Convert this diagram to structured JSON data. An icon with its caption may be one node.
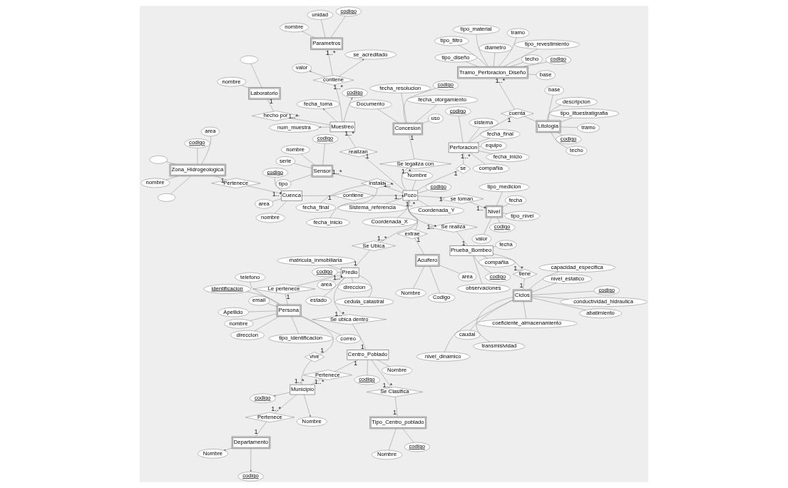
{
  "diagram": {
    "nodes": [
      {
        "text": [
          "Zona_Hidrogeologica"
        ]
      },
      {
        "text": [],
        "shape": "ellipse"
      },
      {
        "text": [],
        "shape": "ellipse"
      },
      {
        "text": [
          "area"
        ]
      },
      {
        "text": [
          "nombre"
        ]
      },
      {
        "text": [
          "codigo"
        ]
      },
      {
        "text": [
          "Pertenece"
        ]
      },
      {
        "text": [
          "Acuifero"
        ]
      },
      {
        "text": [
          "Nombre"
        ]
      },
      {
        "text": [
          "area"
        ]
      },
      {
        "text": [
          "Codigo"
        ]
      },
      {
        "text": [
          "Persona"
        ]
      },
      {
        "text": [
          "tipo_identificacion"
        ]
      },
      {
        "text": [
          "email"
        ]
      },
      {
        "text": [
          "telefono"
        ]
      },
      {
        "text": [
          "direccion"
        ]
      },
      {
        "text": [
          "correo"
        ]
      },
      {
        "text": [
          "identificacion"
        ]
      },
      {
        "text": [
          "Apellido"
        ]
      },
      {
        "text": [
          "nombre"
        ]
      },
      {
        "text": [
          "extrae"
        ]
      },
      {
        "text": [
          "Cuenca"
        ]
      },
      {
        "text": [
          "area"
        ]
      },
      {
        "text": [
          "codigo"
        ]
      },
      {
        "text": [
          "nombre"
        ]
      },
      {
        "text": [
          "contiene"
        ]
      },
      {
        "text": [
          "Perforacion"
        ]
      },
      {
        "text": [
          "codigo"
        ]
      },
      {
        "text": [
          "compañia"
        ]
      },
      {
        "text": [
          "fecha_inicio"
        ]
      },
      {
        "text": [
          "sistema"
        ]
      },
      {
        "text": [
          "fecha_final"
        ]
      },
      {
        "text": [
          "equipo"
        ]
      },
      {
        "text": [
          "Tramo_Perforacion_Diseño"
        ]
      },
      {
        "text": [
          "codigo"
        ]
      },
      {
        "text": [
          "base"
        ]
      },
      {
        "text": [
          "techo"
        ]
      },
      {
        "text": [
          "tipo_revestimiento"
        ]
      },
      {
        "text": [
          "tipo_filtro"
        ]
      },
      {
        "text": [
          "tipo_diseño"
        ]
      },
      {
        "text": [
          "tramo"
        ]
      },
      {
        "text": [
          "tipo_material"
        ]
      },
      {
        "text": [
          "diametro"
        ]
      },
      {
        "text": [
          "cuenta"
        ]
      },
      {
        "text": [
          "Litologia"
        ]
      },
      {
        "text": [
          "codigo"
        ]
      },
      {
        "text": [
          "tramo"
        ]
      },
      {
        "text": [
          "techo"
        ]
      },
      {
        "text": [
          "base"
        ]
      },
      {
        "text": [
          "tipo_litoestratigrafia"
        ]
      },
      {
        "text": [
          "descripcion"
        ]
      },
      {
        "text": [
          "se"
        ]
      },
      {
        "text": [
          "Pozo"
        ]
      },
      {
        "text": [
          "Nombre"
        ]
      },
      {
        "text": [
          "codigo"
        ]
      },
      {
        "text": [
          "Coordenada_Y"
        ]
      },
      {
        "text": [
          "Coordenada_X"
        ]
      },
      {
        "text": [
          "Sistema_referencia"
        ]
      },
      {
        "text": [
          "Le pertenece"
        ]
      },
      {
        "text": [
          "Se Ubica"
        ]
      },
      {
        "text": [
          "Se realiza"
        ]
      },
      {
        "text": [
          "Prueba_Bombeo"
        ]
      },
      {
        "text": [
          "codigo"
        ]
      },
      {
        "text": [
          "fecha"
        ]
      },
      {
        "text": [
          "compañia"
        ]
      },
      {
        "text": [
          "observaciones"
        ]
      },
      {
        "text": [
          "tiene"
        ]
      },
      {
        "text": [
          "Ciclos"
        ]
      },
      {
        "text": [
          "abatimiento"
        ]
      },
      {
        "text": [
          "caudal"
        ]
      },
      {
        "text": [
          "transmisividad"
        ]
      },
      {
        "text": [
          "capacidad_especifica"
        ]
      },
      {
        "text": [
          "nivel_estatico"
        ]
      },
      {
        "text": [
          "nivel_dinamico"
        ]
      },
      {
        "text": [
          "coeficiente_almacenamiento"
        ]
      },
      {
        "text": [
          "conductividad_hidraulica"
        ]
      },
      {
        "text": [
          "codigo"
        ]
      },
      {
        "text": [
          "Predio"
        ]
      },
      {
        "text": [
          "codigo"
        ]
      },
      {
        "text": [
          "cedula_catastral"
        ]
      },
      {
        "text": [
          "matricula_inmobiliaria"
        ]
      },
      {
        "text": [
          "area"
        ]
      },
      {
        "text": [
          "direccion"
        ]
      },
      {
        "text": [
          "estado"
        ]
      },
      {
        "text": [
          "realizan"
        ]
      },
      {
        "text": [
          "Muestreo"
        ]
      },
      {
        "text": [
          "codigo"
        ]
      },
      {
        "text": [
          "num_muestra"
        ]
      },
      {
        "text": [
          "fecha_toma"
        ]
      },
      {
        "text": [
          "hecho por"
        ]
      },
      {
        "text": [
          "contiene"
        ]
      },
      {
        "text": [
          "valor"
        ]
      },
      {
        "text": [
          "se_acreditado"
        ]
      },
      {
        "text": [
          "Parametros"
        ]
      },
      {
        "text": [
          "codigo"
        ]
      },
      {
        "text": [
          "nombre"
        ]
      },
      {
        "text": [
          "unidad"
        ]
      },
      {
        "text": [
          "instala"
        ]
      },
      {
        "text": [
          "fecha_inicio"
        ]
      },
      {
        "text": [
          "fecha_final"
        ]
      },
      {
        "text": [
          "Sensor"
        ]
      },
      {
        "text": [
          "codigo"
        ]
      },
      {
        "text": [
          "serie"
        ]
      },
      {
        "text": [
          "tipo"
        ]
      },
      {
        "text": [
          "nombre"
        ]
      },
      {
        "text": [
          "se toman"
        ]
      },
      {
        "text": [
          "Nivel"
        ]
      },
      {
        "text": [
          "codigo"
        ]
      },
      {
        "text": [
          "fecha"
        ]
      },
      {
        "text": [
          "tipo_medicion"
        ]
      },
      {
        "text": [
          "valor"
        ]
      },
      {
        "text": [
          "tipo_nivel"
        ]
      },
      {
        "text": [
          "vive"
        ]
      },
      {
        "text": [
          "Municipio"
        ]
      },
      {
        "text": [
          "Nombre"
        ]
      },
      {
        "text": [
          "codigo"
        ]
      },
      {
        "text": [
          "Pertenece"
        ]
      },
      {
        "text": [
          "Departamento"
        ]
      },
      {
        "text": [
          "codigo"
        ]
      },
      {
        "text": [
          "Nombre"
        ]
      },
      {
        "text": [
          "Pertenece"
        ]
      },
      {
        "text": [
          "Se ubica dentro"
        ]
      },
      {
        "text": [
          "Centro_Poblado"
        ]
      },
      {
        "text": [
          "Nombre"
        ]
      },
      {
        "text": [
          "codigo"
        ]
      },
      {
        "text": [
          "Se Clasifica"
        ]
      },
      {
        "text": [
          "Tipo_Centro_poblado"
        ]
      },
      {
        "text": [
          "Nombre"
        ]
      },
      {
        "text": [
          "codigo"
        ]
      },
      {
        "text": [
          "Se legaliza con"
        ]
      },
      {
        "text": [
          "Concesion"
        ]
      },
      {
        "text": [
          "codigo"
        ]
      },
      {
        "text": [
          "uso"
        ]
      },
      {
        "text": [
          "fecha_otorgamiento"
        ]
      },
      {
        "text": [
          "fecha_resolucion"
        ]
      },
      {
        "text": [
          "Documento"
        ]
      },
      {
        "text": [
          "Laboratorio"
        ]
      },
      {
        "text": [
          "nombre"
        ]
      },
      {
        "text": [],
        "shape": "ellipse"
      }
    ],
    "edges": [
      {
        "from": 0,
        "to": 1,
        "arrow": "none"
      },
      {
        "from": 0,
        "to": 2,
        "arrow": "none"
      },
      {
        "from": 0,
        "to": 3,
        "arrow": "none"
      },
      {
        "from": 0,
        "to": 4,
        "arrow": "none"
      },
      {
        "from": 0,
        "to": 5,
        "arrow": "none"
      },
      {
        "from": 0,
        "to": 6,
        "arrow": "none",
        "label": "1"
      },
      {
        "from": 6,
        "to": 21,
        "arrow": "none",
        "label": "1..*"
      },
      {
        "from": 7,
        "to": 8,
        "arrow": "none"
      },
      {
        "from": 7,
        "to": 9,
        "arrow": "none"
      },
      {
        "from": 7,
        "to": 10,
        "arrow": "none"
      },
      {
        "from": 7,
        "to": 20,
        "arrow": "none",
        "label": "1"
      },
      {
        "from": 20,
        "to": 52,
        "arrow": "none",
        "label": "1..*"
      },
      {
        "from": 11,
        "to": 12,
        "arrow": "none"
      },
      {
        "from": 11,
        "to": 13,
        "arrow": "none"
      },
      {
        "from": 11,
        "to": 14,
        "arrow": "none"
      },
      {
        "from": 11,
        "to": 15,
        "arrow": "none"
      },
      {
        "from": 11,
        "to": 16,
        "arrow": "none"
      },
      {
        "from": 11,
        "to": 17,
        "arrow": "none"
      },
      {
        "from": 11,
        "to": 18,
        "arrow": "none"
      },
      {
        "from": 11,
        "to": 19,
        "arrow": "none"
      },
      {
        "from": 21,
        "to": 22,
        "arrow": "none"
      },
      {
        "from": 21,
        "to": 23,
        "arrow": "none"
      },
      {
        "from": 21,
        "to": 24,
        "arrow": "none"
      },
      {
        "from": 21,
        "to": 25,
        "arrow": "none",
        "label": "1"
      },
      {
        "from": 25,
        "to": 52,
        "arrow": "none",
        "label": "1..*"
      },
      {
        "from": 26,
        "to": 27,
        "arrow": "none"
      },
      {
        "from": 26,
        "to": 28,
        "arrow": "none"
      },
      {
        "from": 26,
        "to": 29,
        "arrow": "none"
      },
      {
        "from": 26,
        "to": 30,
        "arrow": "none"
      },
      {
        "from": 26,
        "to": 31,
        "arrow": "none"
      },
      {
        "from": 26,
        "to": 32,
        "arrow": "none"
      },
      {
        "from": 33,
        "to": 34,
        "arrow": "none"
      },
      {
        "from": 33,
        "to": 35,
        "arrow": "none"
      },
      {
        "from": 33,
        "to": 36,
        "arrow": "none"
      },
      {
        "from": 33,
        "to": 37,
        "arrow": "none"
      },
      {
        "from": 33,
        "to": 38,
        "arrow": "none"
      },
      {
        "from": 33,
        "to": 39,
        "arrow": "none"
      },
      {
        "from": 33,
        "to": 40,
        "arrow": "none"
      },
      {
        "from": 33,
        "to": 41,
        "arrow": "none"
      },
      {
        "from": 33,
        "to": 42,
        "arrow": "none"
      },
      {
        "from": 26,
        "to": 43,
        "arrow": "none",
        "label": "1"
      },
      {
        "from": 43,
        "to": 33,
        "arrow": "none",
        "label": "1..*"
      },
      {
        "from": 43,
        "to": 44,
        "arrow": "none"
      },
      {
        "from": 44,
        "to": 45,
        "arrow": "none"
      },
      {
        "from": 44,
        "to": 46,
        "arrow": "none"
      },
      {
        "from": 44,
        "to": 47,
        "arrow": "none"
      },
      {
        "from": 44,
        "to": 48,
        "arrow": "none"
      },
      {
        "from": 44,
        "to": 49,
        "arrow": "none"
      },
      {
        "from": 44,
        "to": 50,
        "arrow": "none"
      },
      {
        "from": 52,
        "to": 51,
        "arrow": "none",
        "label": "1"
      },
      {
        "from": 51,
        "to": 26,
        "arrow": "none",
        "label": "1..*"
      },
      {
        "from": 52,
        "to": 53,
        "arrow": "none"
      },
      {
        "from": 52,
        "to": 54,
        "arrow": "none"
      },
      {
        "from": 52,
        "to": 55,
        "arrow": "none"
      },
      {
        "from": 52,
        "to": 56,
        "arrow": "none"
      },
      {
        "from": 52,
        "to": 57,
        "arrow": "none"
      },
      {
        "from": 11,
        "to": 58,
        "arrow": "none",
        "label": "1"
      },
      {
        "from": 58,
        "to": 77,
        "arrow": "none",
        "label": "1..*"
      },
      {
        "from": 52,
        "to": 59,
        "arrow": "none",
        "label": "1..*"
      },
      {
        "from": 59,
        "to": 77,
        "arrow": "none",
        "label": "1"
      },
      {
        "from": 52,
        "to": 60,
        "arrow": "none",
        "label": "1..*"
      },
      {
        "from": 60,
        "to": 61,
        "arrow": "none",
        "label": "1"
      },
      {
        "from": 61,
        "to": 62,
        "arrow": "none"
      },
      {
        "from": 61,
        "to": 63,
        "arrow": "none"
      },
      {
        "from": 61,
        "to": 64,
        "arrow": "none"
      },
      {
        "from": 61,
        "to": 65,
        "arrow": "none"
      },
      {
        "from": 61,
        "to": 66,
        "arrow": "none",
        "label": "1..*"
      },
      {
        "from": 66,
        "to": 67,
        "arrow": "none",
        "label": "1"
      },
      {
        "from": 67,
        "to": 68,
        "arrow": "none"
      },
      {
        "from": 67,
        "to": 69,
        "arrow": "none"
      },
      {
        "from": 67,
        "to": 70,
        "arrow": "none"
      },
      {
        "from": 67,
        "to": 71,
        "arrow": "none"
      },
      {
        "from": 67,
        "to": 72,
        "arrow": "none"
      },
      {
        "from": 67,
        "to": 73,
        "arrow": "none"
      },
      {
        "from": 67,
        "to": 74,
        "arrow": "none"
      },
      {
        "from": 67,
        "to": 75,
        "arrow": "none"
      },
      {
        "from": 67,
        "to": 76,
        "arrow": "none"
      },
      {
        "from": 77,
        "to": 78,
        "arrow": "none"
      },
      {
        "from": 77,
        "to": 79,
        "arrow": "none"
      },
      {
        "from": 77,
        "to": 80,
        "arrow": "none"
      },
      {
        "from": 77,
        "to": 81,
        "arrow": "none"
      },
      {
        "from": 77,
        "to": 82,
        "arrow": "none"
      },
      {
        "from": 77,
        "to": 83,
        "arrow": "none"
      },
      {
        "from": 52,
        "to": 84,
        "arrow": "none",
        "label": "1"
      },
      {
        "from": 84,
        "to": 85,
        "arrow": "none",
        "label": "1..*"
      },
      {
        "from": 85,
        "to": 86,
        "arrow": "to"
      },
      {
        "from": 85,
        "to": 87,
        "arrow": "to"
      },
      {
        "from": 85,
        "to": 88,
        "arrow": "to"
      },
      {
        "from": 85,
        "to": 89,
        "arrow": "none",
        "label": "1..*"
      },
      {
        "from": 89,
        "to": 136,
        "arrow": "none",
        "label": "1"
      },
      {
        "from": 85,
        "to": 90,
        "arrow": "none",
        "label": "1..*"
      },
      {
        "from": 90,
        "to": 93,
        "arrow": "none",
        "label": "1..*"
      },
      {
        "from": 90,
        "to": 91,
        "arrow": "to"
      },
      {
        "from": 90,
        "to": 92,
        "arrow": "to"
      },
      {
        "from": 93,
        "to": 94,
        "arrow": "none"
      },
      {
        "from": 93,
        "to": 95,
        "arrow": "none"
      },
      {
        "from": 93,
        "to": 96,
        "arrow": "none"
      },
      {
        "from": 52,
        "to": 97,
        "arrow": "none",
        "label": "1..*"
      },
      {
        "from": 97,
        "to": 100,
        "arrow": "none",
        "label": "1..*"
      },
      {
        "from": 97,
        "to": 98,
        "arrow": "none"
      },
      {
        "from": 97,
        "to": 99,
        "arrow": "none"
      },
      {
        "from": 100,
        "to": 101,
        "arrow": "none"
      },
      {
        "from": 100,
        "to": 102,
        "arrow": "none"
      },
      {
        "from": 100,
        "to": 103,
        "arrow": "none"
      },
      {
        "from": 100,
        "to": 104,
        "arrow": "none"
      },
      {
        "from": 52,
        "to": 105,
        "arrow": "none",
        "label": "1"
      },
      {
        "from": 105,
        "to": 106,
        "arrow": "none",
        "label": "1..*"
      },
      {
        "from": 106,
        "to": 107,
        "arrow": "none"
      },
      {
        "from": 106,
        "to": 108,
        "arrow": "none"
      },
      {
        "from": 106,
        "to": 109,
        "arrow": "none"
      },
      {
        "from": 106,
        "to": 110,
        "arrow": "none"
      },
      {
        "from": 106,
        "to": 111,
        "arrow": "none"
      },
      {
        "from": 11,
        "to": 112,
        "arrow": "none",
        "label": "1"
      },
      {
        "from": 112,
        "to": 113,
        "arrow": "none",
        "label": "1..*"
      },
      {
        "from": 113,
        "to": 114,
        "arrow": "to"
      },
      {
        "from": 113,
        "to": 115,
        "arrow": "to"
      },
      {
        "from": 113,
        "to": 116,
        "arrow": "none",
        "label": "1..*"
      },
      {
        "from": 116,
        "to": 117,
        "arrow": "none",
        "label": "1"
      },
      {
        "from": 117,
        "to": 118,
        "arrow": "to"
      },
      {
        "from": 117,
        "to": 119,
        "arrow": "to"
      },
      {
        "from": 113,
        "to": 120,
        "arrow": "none",
        "label": "1..*"
      },
      {
        "from": 120,
        "to": 122,
        "arrow": "none",
        "label": "1"
      },
      {
        "from": 77,
        "to": 121,
        "arrow": "none",
        "label": "1..*"
      },
      {
        "from": 121,
        "to": 122,
        "arrow": "none",
        "label": "1"
      },
      {
        "from": 122,
        "to": 123,
        "arrow": "none"
      },
      {
        "from": 122,
        "to": 124,
        "arrow": "none"
      },
      {
        "from": 122,
        "to": 125,
        "arrow": "none",
        "label": "1..*"
      },
      {
        "from": 125,
        "to": 126,
        "arrow": "none",
        "label": "1"
      },
      {
        "from": 126,
        "to": 127,
        "arrow": "none"
      },
      {
        "from": 126,
        "to": 128,
        "arrow": "none"
      },
      {
        "from": 52,
        "to": 129,
        "arrow": "none",
        "label": "1..*"
      },
      {
        "from": 129,
        "to": 130,
        "arrow": "none",
        "label": "1"
      },
      {
        "from": 130,
        "to": 131,
        "arrow": "none"
      },
      {
        "from": 130,
        "to": 132,
        "arrow": "none"
      },
      {
        "from": 130,
        "to": 133,
        "arrow": "none"
      },
      {
        "from": 130,
        "to": 134,
        "arrow": "none"
      },
      {
        "from": 130,
        "to": 135,
        "arrow": "none"
      },
      {
        "from": 136,
        "to": 137,
        "arrow": "none"
      },
      {
        "from": 136,
        "to": 138,
        "arrow": "none"
      }
    ]
  }
}
